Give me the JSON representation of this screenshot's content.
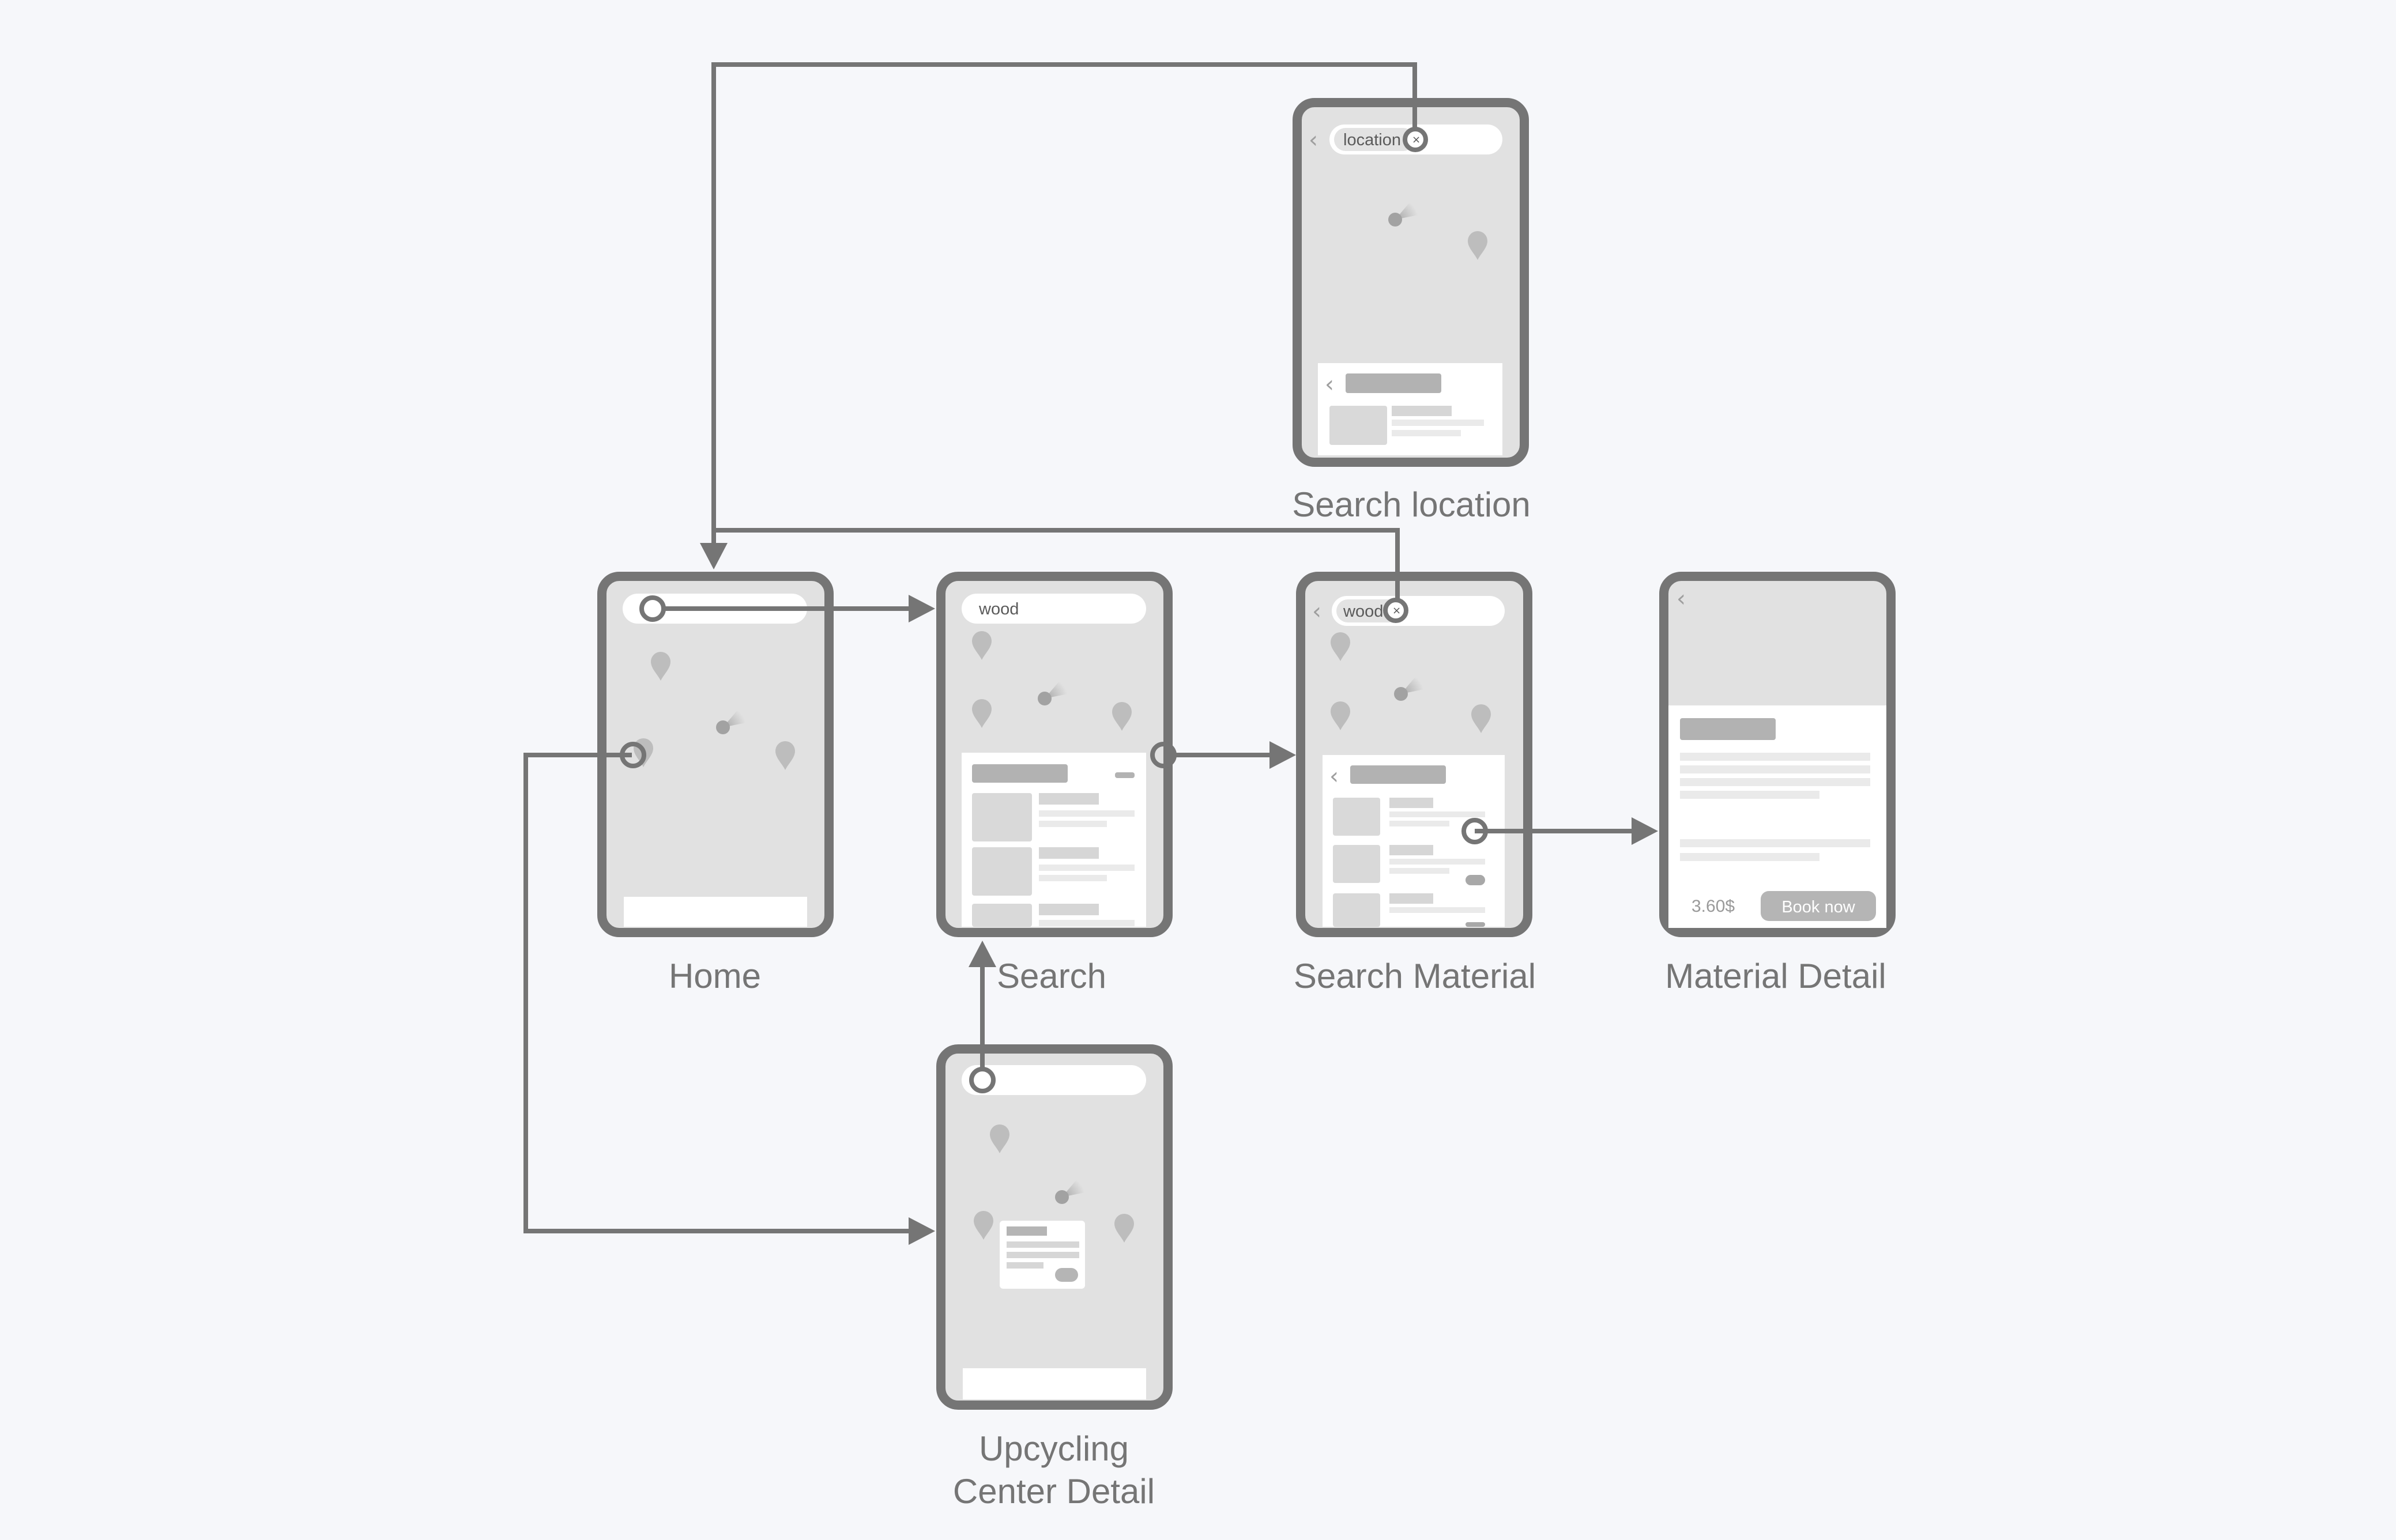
{
  "screens": {
    "search_location": {
      "label": "Search location",
      "search_text": "location",
      "close_icon": "×",
      "back_icon": "‹",
      "sheet_back_icon": "‹"
    },
    "home": {
      "label": "Home"
    },
    "search": {
      "label": "Search",
      "search_text": "wood"
    },
    "search_material": {
      "label": "Search Material",
      "search_text": "wood",
      "close_icon": "×",
      "back_icon": "‹",
      "sheet_back_icon": "‹"
    },
    "material_detail": {
      "label": "Material Detail",
      "back_icon": "‹",
      "price": "3.60$",
      "book_label": "Book now"
    },
    "upcycling": {
      "label_line1": "Upcycling",
      "label_line2": "Center Detail"
    }
  },
  "colors": {
    "background": "#f6f7fa",
    "frame": "#757575",
    "screen_fill": "#e1e1e1",
    "connector": "#757575",
    "placeholder": "#c6c6c6"
  },
  "icons": [
    "map-pin-icon",
    "location-dot-icon",
    "close-icon",
    "chevron-left-icon",
    "arrow-head-icon",
    "hotspot-circle-icon"
  ]
}
